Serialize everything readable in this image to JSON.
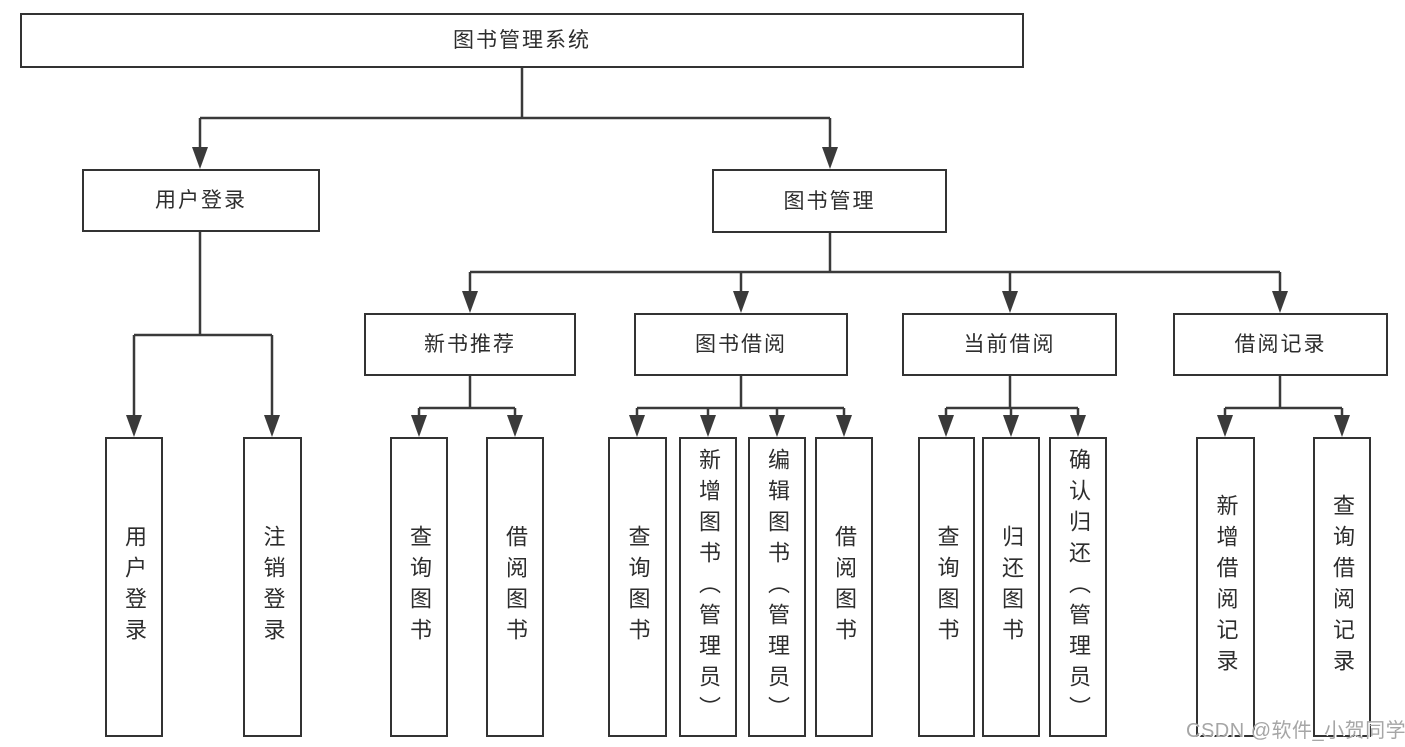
{
  "diagram": {
    "root": {
      "label": "图书管理系统"
    },
    "branches": {
      "user_login": {
        "label": "用户登录",
        "children": {
          "login": "用户登录",
          "logout": "注销登录"
        }
      },
      "book_mgmt": {
        "label": "图书管理",
        "sections": {
          "new_rec": {
            "label": "新书推荐",
            "children": {
              "query": "查询图书",
              "borrow": "借阅图书"
            }
          },
          "borrow": {
            "label": "图书借阅",
            "children": {
              "query": "查询图书",
              "add": "新增图书（管理员）",
              "edit": "编辑图书（管理员）",
              "borrow": "借阅图书"
            }
          },
          "current": {
            "label": "当前借阅",
            "children": {
              "query": "查询图书",
              "return": "归还图书",
              "confirm": "确认归还（管理员）"
            }
          },
          "records": {
            "label": "借阅记录",
            "children": {
              "add": "新增借阅记录",
              "query": "查询借阅记录"
            }
          }
        }
      }
    }
  },
  "watermark": {
    "text": "CSDN @软件_小贺同学"
  },
  "colors": {
    "line": "#3a3a3a",
    "text": "#2d2d2d",
    "border": "#333333",
    "background": "#ffffff",
    "watermark": "#a6a6a6"
  }
}
